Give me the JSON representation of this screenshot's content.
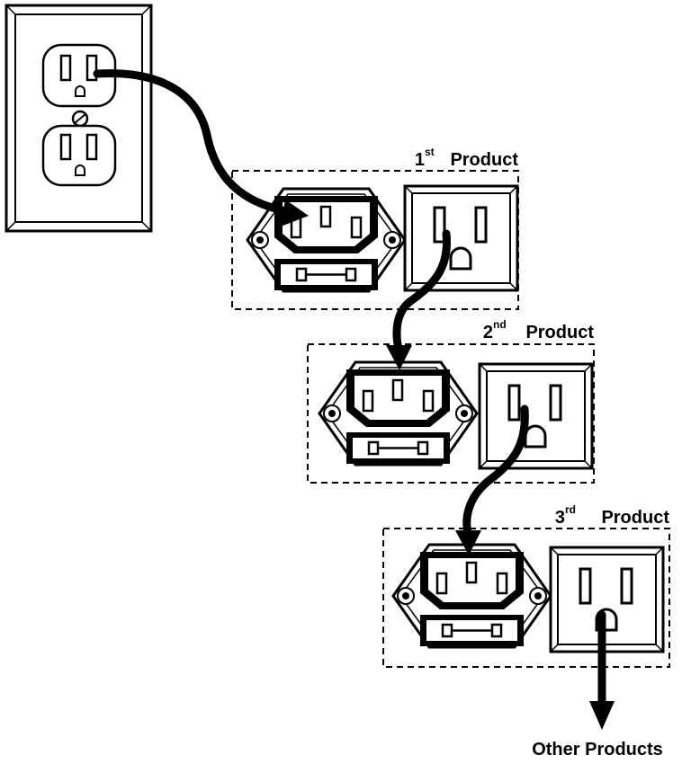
{
  "diagram": {
    "products": [
      {
        "num": "1",
        "suffix": "st",
        "word": "Product"
      },
      {
        "num": "2",
        "suffix": "nd",
        "word": "Product"
      },
      {
        "num": "3",
        "suffix": "rd",
        "word": "Product"
      }
    ],
    "footer_label": "Other Products",
    "colors": {
      "ink": "#000000",
      "paper": "#ffffff"
    }
  }
}
